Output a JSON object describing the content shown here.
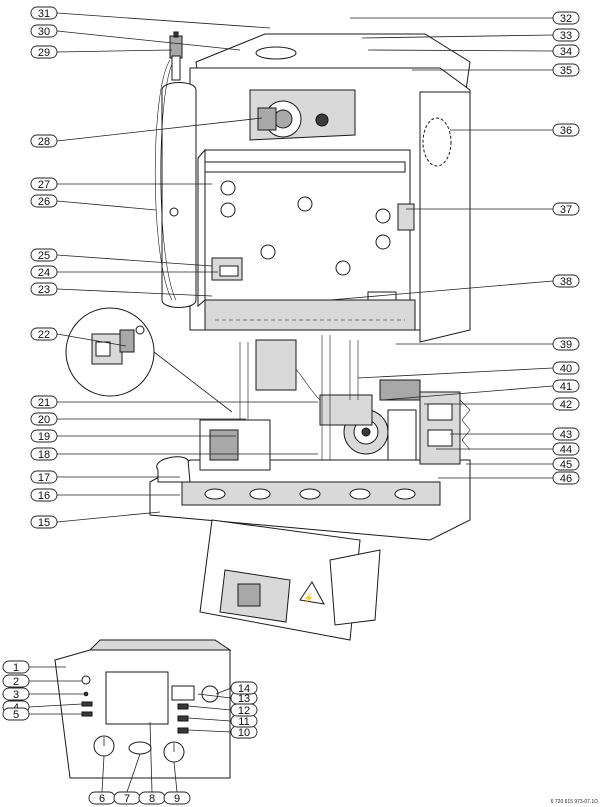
{
  "figure_reference": "6 720 615 973-07.1O",
  "callouts_main": [
    "31",
    "30",
    "29",
    "28",
    "27",
    "26",
    "25",
    "24",
    "23",
    "22",
    "21",
    "20",
    "19",
    "18",
    "17",
    "16",
    "15",
    "32",
    "33",
    "34",
    "35",
    "36",
    "37",
    "38",
    "39",
    "40",
    "41",
    "42",
    "43",
    "44",
    "45",
    "46"
  ],
  "callouts_panel": [
    "1",
    "2",
    "3",
    "4",
    "5",
    "6",
    "7",
    "8",
    "9",
    "10",
    "11",
    "12",
    "13",
    "14"
  ],
  "icons": {
    "warning_symbol": "warning-triangle-icon",
    "panel_knob": "rotary-knob-icon"
  },
  "colors": {
    "line": "#1a1a1a",
    "fill_grey": "#d9d9d9",
    "fill_dark": "#a8a8a8"
  }
}
